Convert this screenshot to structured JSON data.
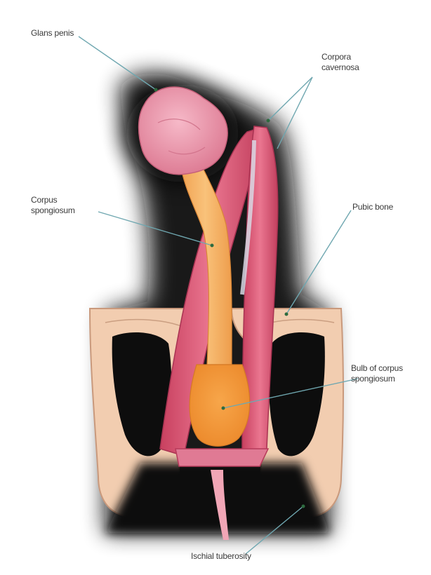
{
  "labels": {
    "glans_penis": "Glans penis",
    "corpora_cavernosa_line1": "Corpora",
    "corpora_cavernosa_line2": "cavernosa",
    "corpus_spongiosum_line1": "Corpus",
    "corpus_spongiosum_line2": "spongiosum",
    "pubic_bone": "Pubic bone",
    "bulb_line1": "Bulb of corpus",
    "bulb_line2": "spongiosum",
    "ischial_tuberosity": "Ischial tuberosity"
  },
  "colors": {
    "background": "#ffffff",
    "shadow": "#0b0b0b",
    "pink_tissue": "#e0607c",
    "pink_dark": "#b63a5a",
    "glans": "#eb8fa6",
    "spongiosum": "#f5ad5e",
    "bulb": "#f29a3c",
    "bone": "#f2cdb0",
    "bone_edge": "#c9997c",
    "leader_line": "#6fa7b0",
    "label_text": "#3a3a3a"
  }
}
